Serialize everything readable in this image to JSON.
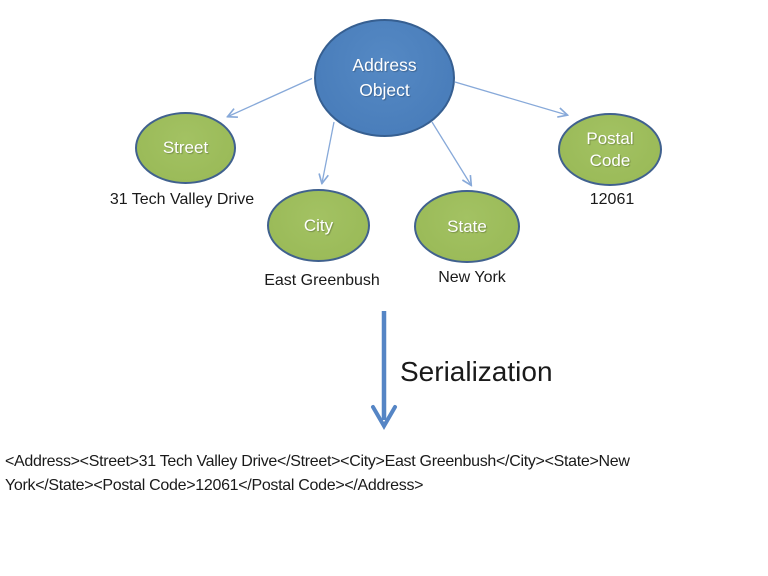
{
  "colors": {
    "node-blue": "#4a7ebb",
    "node-blue-border": "#365f91",
    "node-green": "#9bbb59",
    "node-green-border": "#40618e",
    "connector-blue": "#87a9d9",
    "big-arrow-blue": "#5585c5",
    "text-dark": "#1a1a1a"
  },
  "diagram": {
    "root": {
      "label": "Address Object"
    },
    "nodes": [
      {
        "label": "Street",
        "value": "31 Tech Valley Drive"
      },
      {
        "label": "City",
        "value": "East Greenbush"
      },
      {
        "label": "State",
        "value": "New York"
      },
      {
        "label": "Postal Code",
        "value": "12061"
      }
    ]
  },
  "serialization": {
    "label": "Serialization"
  },
  "xml_output": {
    "lines": [
      "<Address><Street>31 Tech Valley Drive</Street><City>East Greenbush</City><State>New",
      "York</State><Postal Code>12061</Postal Code></Address>"
    ]
  }
}
